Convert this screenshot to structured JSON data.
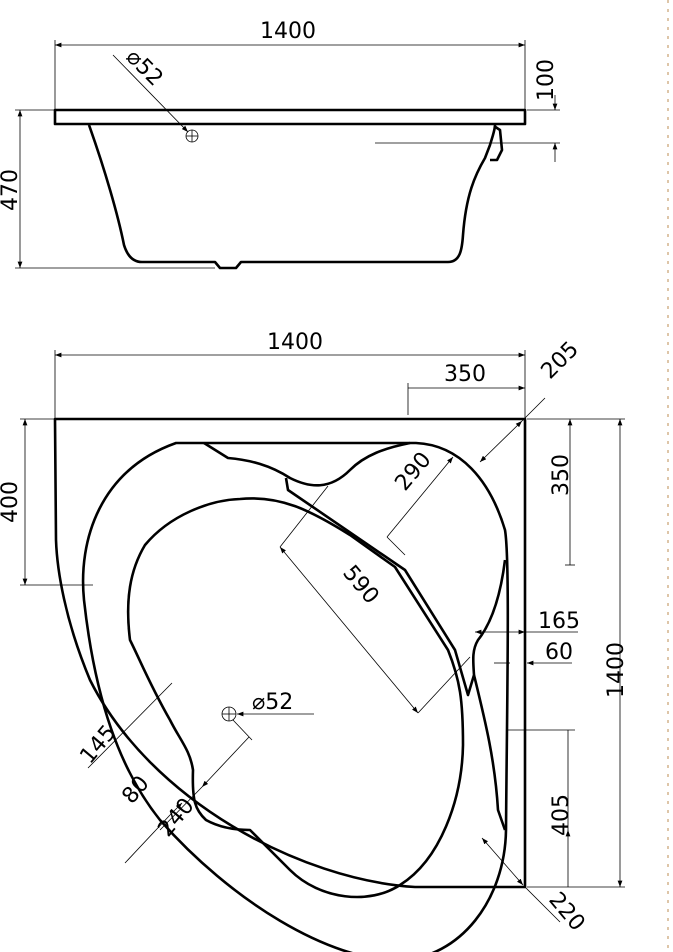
{
  "side_view": {
    "width_label": "1400",
    "height_label": "470",
    "rim_label": "100",
    "drain_label": "⌀52"
  },
  "plan_view": {
    "width_label": "1400",
    "height_label": "1400",
    "top_offset_label": "350",
    "corner_label": "205",
    "left_label": "400",
    "right_top_label": "350",
    "seat_label": "290",
    "basin_label": "590",
    "rim_label_165": "165",
    "rim_label_60": "60",
    "right_bottom_label": "405",
    "bottom_corner_label": "220",
    "drain_label": "⌀52",
    "left_label_145": "145",
    "left_label_80": "80",
    "left_label_240": "240"
  }
}
